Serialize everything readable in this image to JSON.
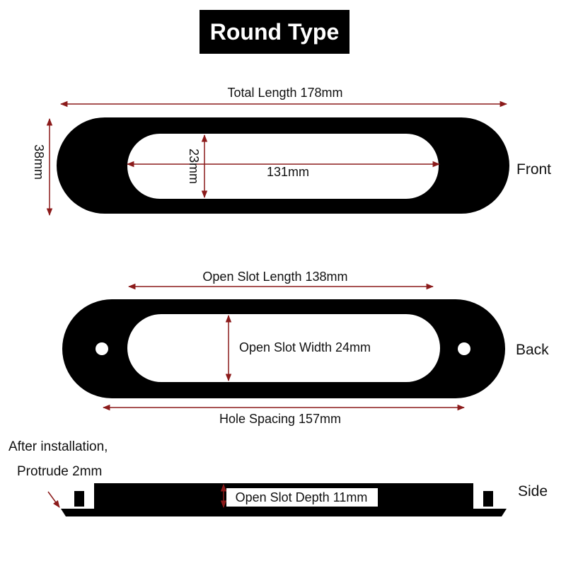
{
  "title": "Round Type",
  "colors": {
    "dimension_line": "#8B1A1A",
    "part": "#000000",
    "background": "#FFFFFF"
  },
  "front": {
    "view_label": "Front",
    "total_length": "Total Length 178mm",
    "height": "38mm",
    "slot_height": "23mm",
    "slot_length": "131mm"
  },
  "back": {
    "view_label": "Back",
    "open_slot_length": "Open Slot Length 138mm",
    "open_slot_width": "Open Slot Width 24mm",
    "hole_spacing": "Hole Spacing 157mm"
  },
  "side": {
    "view_label": "Side",
    "note_line1": "After installation,",
    "note_line2": "Protrude 2mm",
    "open_slot_depth": "Open Slot Depth 11mm"
  }
}
